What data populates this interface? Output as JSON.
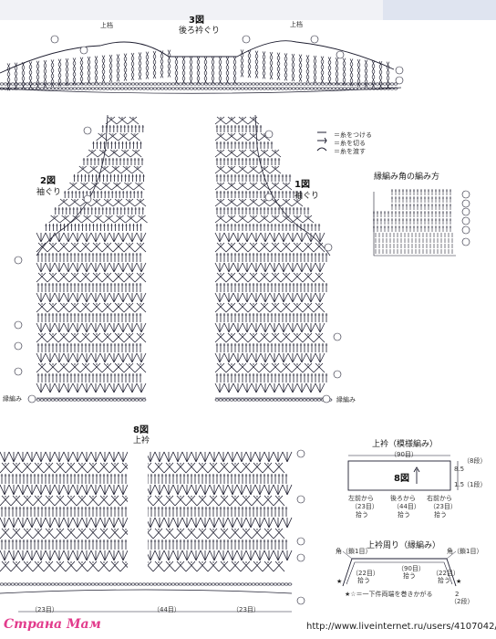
{
  "diagram3": {
    "num": "3図",
    "title": "後ろ衿ぐり",
    "marker_left": "上档",
    "marker_right": "上档"
  },
  "diagram2": {
    "num": "2図",
    "title": "袖ぐり"
  },
  "diagram1": {
    "num": "1図",
    "title": "袖ぐり"
  },
  "diagram8": {
    "num": "8図",
    "title": "上衿"
  },
  "legend": [
    "＝糸をつける",
    "＝糸を切る",
    "＝糸を渡す"
  ],
  "edge_title": "縁編み角の編み方",
  "ribbing_label": "縁編み",
  "collar": {
    "title": "上衿（模様編み）",
    "top_count": "（90目）",
    "center": "8図",
    "left_side": "8.5",
    "right_side_a": "（8段）",
    "right_side_b": "1.5",
    "right_side_c": "（1段）",
    "pick_left": "左前から",
    "pick_left_n": "（23目）",
    "pick_left_t": "拾う",
    "pick_center": "後ろから",
    "pick_center_n": "（44目）",
    "pick_center_t": "拾う",
    "pick_right": "右前から",
    "pick_right_n": "（23目）",
    "pick_right_t": "拾う"
  },
  "collar_edge": {
    "title": "上衿周り（縁編み）",
    "corner_left": "角（鎖1目）",
    "corner_right": "角（鎖1目）",
    "count_left": "（22目）",
    "count_top": "（90目）",
    "count_right": "（22目）",
    "pick_left": "拾う",
    "pick_center": "拾う",
    "pick_right": "拾う",
    "note": "★☆＝一下件両端を巻きかがる",
    "side": "2",
    "side_b": "（2段）"
  },
  "bottom_counts": [
    "（23目）",
    "（44目）",
    "（23目）"
  ],
  "stars": "★",
  "watermark": "Страна Мам",
  "url": "http://www.liveinternet.ru/users/4107042/"
}
